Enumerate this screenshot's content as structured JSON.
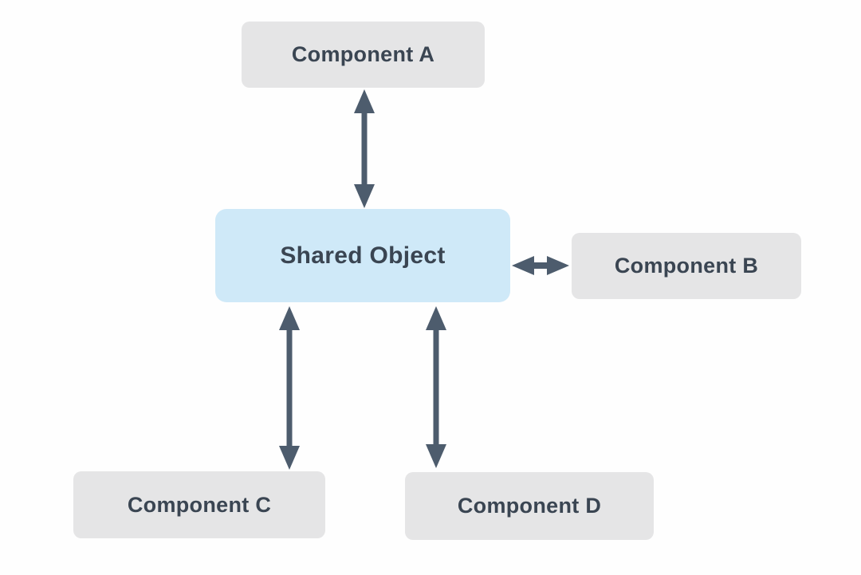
{
  "diagram": {
    "description": "Shared object diagram: four components communicating bidirectionally with one shared object",
    "nodes": {
      "component_a": {
        "label": "Component A"
      },
      "component_b": {
        "label": "Component B"
      },
      "component_c": {
        "label": "Component C"
      },
      "component_d": {
        "label": "Component D"
      },
      "shared_object": {
        "label": "Shared Object"
      }
    },
    "edges": [
      {
        "from": "component_a",
        "to": "shared_object",
        "direction": "bidirectional"
      },
      {
        "from": "shared_object",
        "to": "component_b",
        "direction": "bidirectional"
      },
      {
        "from": "shared_object",
        "to": "component_c",
        "direction": "bidirectional"
      },
      {
        "from": "shared_object",
        "to": "component_d",
        "direction": "bidirectional"
      }
    ],
    "colors": {
      "background": "#fefefe",
      "component_fill": "#e5e5e6",
      "shared_fill": "#cfe9f8",
      "arrow": "#4d5c6d",
      "text": "#3a4552"
    }
  }
}
